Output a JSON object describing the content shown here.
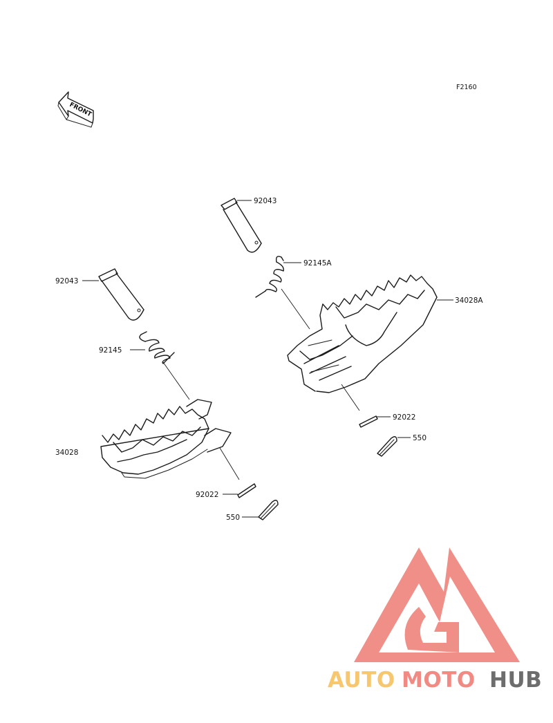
{
  "figure_code": "F2160",
  "front_label": "FRONT",
  "parts": {
    "left_pin": "92043",
    "left_spring": "92145",
    "left_footpeg": "34028",
    "left_spring_pin": "92022",
    "left_cotter_pin": "550",
    "right_pin": "92043",
    "right_spring": "92145A",
    "right_footpeg": "34028A",
    "right_spring_pin": "92022",
    "right_cotter_pin": "550"
  },
  "watermark": {
    "word_part1": "AUTO",
    "word_part2": "MOTO",
    "word_part3": "HUB",
    "colors": {
      "logo_red": "#f08a82",
      "auto_orange": "#f6c76e",
      "hub_gray": "#6d6d6d"
    }
  }
}
